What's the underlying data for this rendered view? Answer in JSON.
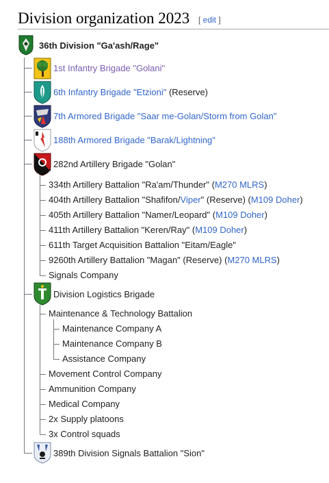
{
  "section": {
    "title": "Division organization 2023",
    "edit_open": "[ ",
    "edit_label": "edit",
    "edit_close": " ]"
  },
  "root": {
    "label": "36th Division \"Ga'ash/Rage\""
  },
  "brigades": {
    "golani": {
      "label": "1st Infantry Brigade \"Golani\""
    },
    "etzioni": {
      "label": "6th Infantry Brigade \"Etzioni\"",
      "note": " (Reserve)"
    },
    "saar": {
      "label": "7th Armored Brigade \"Saar me-Golan/Storm from Golan\""
    },
    "barak": {
      "label": "188th Armored Brigade \"Barak/Lightning\""
    },
    "golan_art": {
      "label": "282nd Artillery Brigade \"Golan\""
    },
    "logistics": {
      "label": "Division Logistics Brigade"
    },
    "signals": {
      "label": "389th Division Signals Battalion \"Sion\""
    }
  },
  "artillery": [
    {
      "text": "334th Artillery Battalion \"Ra'am/Thunder\" (",
      "link": "M270 MLRS",
      "tail": ")"
    },
    {
      "text": "404th Artillery Battalion \"Shafifon/",
      "link": "Viper",
      "mid": "\" (Reserve) (",
      "link2": "M109 Doher",
      "tail": ")"
    },
    {
      "text": "405th Artillery Battalion \"Namer/Leopard\" (",
      "link": "M109 Doher",
      "tail": ")"
    },
    {
      "text": "411th Artillery Battalion \"Keren/Ray\" (",
      "link": "M109 Doher",
      "tail": ")"
    },
    {
      "text": "611th Target Acquisition Battalion \"Eitam/Eagle\""
    },
    {
      "text": "9260th Artillery Battalion \"Magan\" (Reserve) (",
      "link": "M270 MLRS",
      "tail": ")"
    },
    {
      "text": "Signals Company"
    }
  ],
  "logistics_units": {
    "maintenance": "Maintenance & Technology Battalion",
    "maint_subunits": [
      "Maintenance Company A",
      "Maintenance Company B",
      "Assistance Company"
    ],
    "others": [
      "Movement Control Company",
      "Ammunition Company",
      "Medical Company",
      "2x Supply platoons",
      "3x Control squads"
    ]
  },
  "colors": {
    "link": "#3366cc",
    "visited": "#795cb2",
    "tree_line": "#72777d"
  }
}
